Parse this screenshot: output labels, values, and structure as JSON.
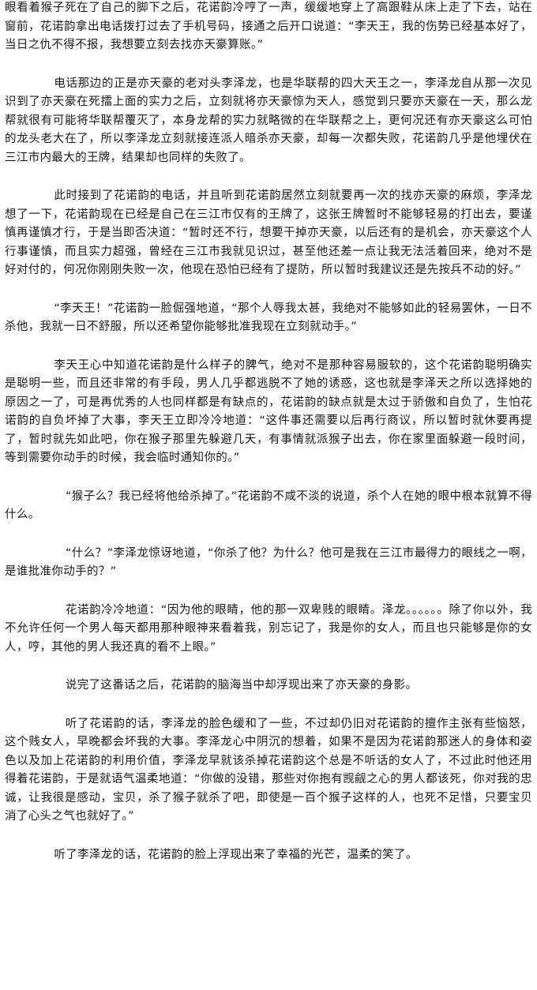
{
  "document": {
    "paragraphs": [
      "眼看着猴子死在了自己的脚下之后，花诺韵冷哼了一声，缓缓地穿上了高跟鞋从床上走了下去，站在窗前，花诺韵拿出电话拨打过去了手机号码，接通之后开口说道：“李天王，我的伤势已经基本好了，当日之仇不得不报，我想要立刻去找亦天豪算账。”",
      "电话那边的正是亦天豪的老对头李泽龙，也是华联帮的四大天王之一，李泽龙自从那一次见识到了亦天豪在死擂上面的实力之后，立刻就将亦天豪惊为天人，感觉到只要亦天豪在一天，那么龙帮就很有可能将华联帮覆灭了，本身龙帮的实力就略微的在华联帮之上，更何况还有亦天豪这么可怕的龙头老大在了，所以李泽龙立刻就接连派人暗杀亦天豪，却每一次都失败，花诺韵几乎是他埋伏在三江市内最大的王牌，结果却也同样的失败了。",
      "此时接到了花诺韵的电话，并且听到花诺韵居然立刻就要再一次的找亦天豪的麻烦，李泽龙想了一下，花诺韵现在已经是自己在三江市仅有的王牌了，这张王牌暂时不能够轻易的打出去，要谨慎再谨慎才行，于是当即否决道：“暂时还不行，想要干掉亦天豪，以后还有的是机会，亦天豪这个人行事谨慎，而且实力超强，曾经在三江市我就见识过，甚至他还差一点让我无法活着回来，绝对不是好对付的，何况你刚刚失败一次，他现在恐怕已经有了提防，所以暂时我建议还是先按兵不动的好。”",
      "“李天王！”花诺韵一脸倔强地道，“那个人辱我太甚，我绝对不能够如此的轻易罢休，一日不杀他，我就一日不舒服，所以还希望你能够批准我现在立刻就动手。”",
      "李天王心中知道花诺韵是什么样子的脾气，绝对不是那种容易服软的，这个花诺韵聪明确实是聪明一些，而且还非常的有手段，男人几乎都逃脱不了她的诱惑，这也就是李泽天之所以选择她的原因之一了，可是再优秀的人也同样都是有缺点的，花诺韵的缺点就是太过于骄傲和自负了，生怕花诺韵的自负坏掉了大事，李天王立即冷冷地道：“这件事还需要以后再行商议，所以暂时就休要再提了，暂时就先如此吧，你在猴子那里先躲避几天，有事情就派猴子出去，你在家里面躲避一段时间，等到需要你动手的时候，我会临时通知你的。”",
      "“猴子么？我已经将他给杀掉了。”花诺韵不咸不淡的说道，杀个人在她的眼中根本就算不得什么。",
      "“什么？”李泽龙惊讶地道，“你杀了他？为什么？他可是我在三江市最得力的眼线之一啊，是谁批准你动手的？”",
      "花诺韵冷冷地道：“因为他的眼睛，他的那一双卑贱的眼睛。泽龙。。。。。。除了你以外，我不允许任何一个男人每天都用那种眼神来看着我，别忘记了，我是你的女人，而且也只能够是你的女人，哼，其他的男人我还真的看不上眼。”",
      "说完了这番话之后，花诺韵的脑海当中却浮现出来了亦天豪的身影。",
      "听了花诺韵的话，李泽龙的脸色缓和了一些，不过却仍旧对花诺韵的擅作主张有些恼怒，这个贱女人，早晚都会坏我的大事。李泽龙心中阴沉的想着，如果不是因为花诺韵那迷人的身体和姿色以及加上花诺韵的利用价值，李泽龙早就该杀掉花诺韵这个总是不听话的女人了，不过此时他还用得着花诺韵，于是就语气温柔地道：“你做的没错，那些对你抱有觊觎之心的男人都该死，你对我的忠诚，让我很是感动，宝贝，杀了猴子就杀了吧，即使是一百个猴子这样的人，也死不足惜，只要宝贝消了心头之气也就好了。”",
      "听了李泽龙的话，花诺韵的脸上浮现出来了幸福的光芒，温柔的笑了。"
    ]
  }
}
